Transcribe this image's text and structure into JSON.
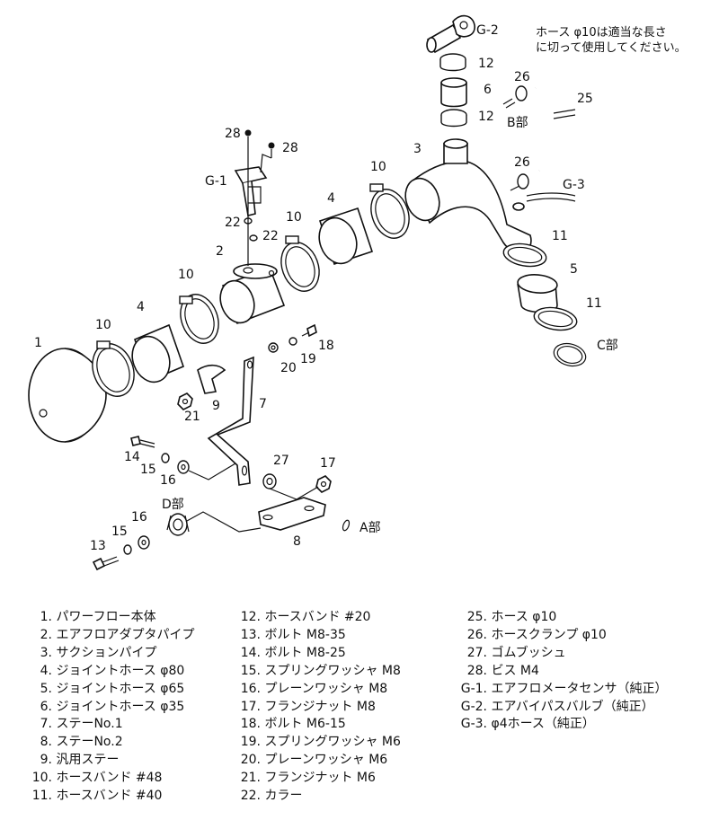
{
  "note": {
    "line1": "ホース φ10は適当な長さ",
    "line2": "に切って使用してください。"
  },
  "callouts": {
    "c1": "1",
    "c2": "2",
    "c3": "3",
    "c4a": "4",
    "c4b": "4",
    "c5": "5",
    "c6": "6",
    "c7": "7",
    "c8": "8",
    "c9": "9",
    "c10a": "10",
    "c10b": "10",
    "c10c": "10",
    "c10d": "10",
    "c11a": "11",
    "c11b": "11",
    "c12a": "12",
    "c12b": "12",
    "c13": "13",
    "c14": "14",
    "c15a": "15",
    "c15b": "15",
    "c16a": "16",
    "c16b": "16",
    "c17": "17",
    "c18": "18",
    "c19": "19",
    "c20": "20",
    "c21": "21",
    "c22a": "22",
    "c22b": "22",
    "c25": "25",
    "c26a": "26",
    "c26b": "26",
    "c27": "27",
    "c28a": "28",
    "c28b": "28",
    "g1": "G-1",
    "g2": "G-2",
    "g3": "G-3",
    "partA": "A部",
    "partB": "B部",
    "partC": "C部",
    "partD": "D部"
  },
  "legend": {
    "col1": [
      {
        "num": "1.",
        "name": "パワーフロー本体"
      },
      {
        "num": "2.",
        "name": "エアフロアダプタパイプ"
      },
      {
        "num": "3.",
        "name": "サクションパイプ"
      },
      {
        "num": "4.",
        "name": "ジョイントホース φ80"
      },
      {
        "num": "5.",
        "name": "ジョイントホース φ65"
      },
      {
        "num": "6.",
        "name": "ジョイントホース φ35"
      },
      {
        "num": "7.",
        "name": "ステーNo.1"
      },
      {
        "num": "8.",
        "name": "ステーNo.2"
      },
      {
        "num": "9.",
        "name": "汎用ステー"
      },
      {
        "num": "10.",
        "name": "ホースバンド #48"
      },
      {
        "num": "11.",
        "name": "ホースバンド #40"
      }
    ],
    "col2": [
      {
        "num": "12.",
        "name": "ホースバンド #20"
      },
      {
        "num": "13.",
        "name": "ボルト M8-35"
      },
      {
        "num": "14.",
        "name": "ボルト M8-25"
      },
      {
        "num": "15.",
        "name": "スプリングワッシャ M8"
      },
      {
        "num": "16.",
        "name": "プレーンワッシャ M8"
      },
      {
        "num": "17.",
        "name": "フランジナット M8"
      },
      {
        "num": "18.",
        "name": "ボルト M6-15"
      },
      {
        "num": "19.",
        "name": "スプリングワッシャ M6"
      },
      {
        "num": "20.",
        "name": "プレーンワッシャ M6"
      },
      {
        "num": "21.",
        "name": "フランジナット M6"
      },
      {
        "num": "22.",
        "name": "カラー"
      }
    ],
    "col3": [
      {
        "num": "25.",
        "name": "ホース φ10"
      },
      {
        "num": "26.",
        "name": "ホースクランプ φ10"
      },
      {
        "num": "27.",
        "name": "ゴムブッシュ"
      },
      {
        "num": "28.",
        "name": "ビス M4"
      },
      {
        "num": "G-1.",
        "name": "エアフロメータセンサ（純正）"
      },
      {
        "num": "G-2.",
        "name": "エアバイパスバルブ（純正）"
      },
      {
        "num": "G-3.",
        "name": "φ4ホース（純正）"
      }
    ]
  }
}
